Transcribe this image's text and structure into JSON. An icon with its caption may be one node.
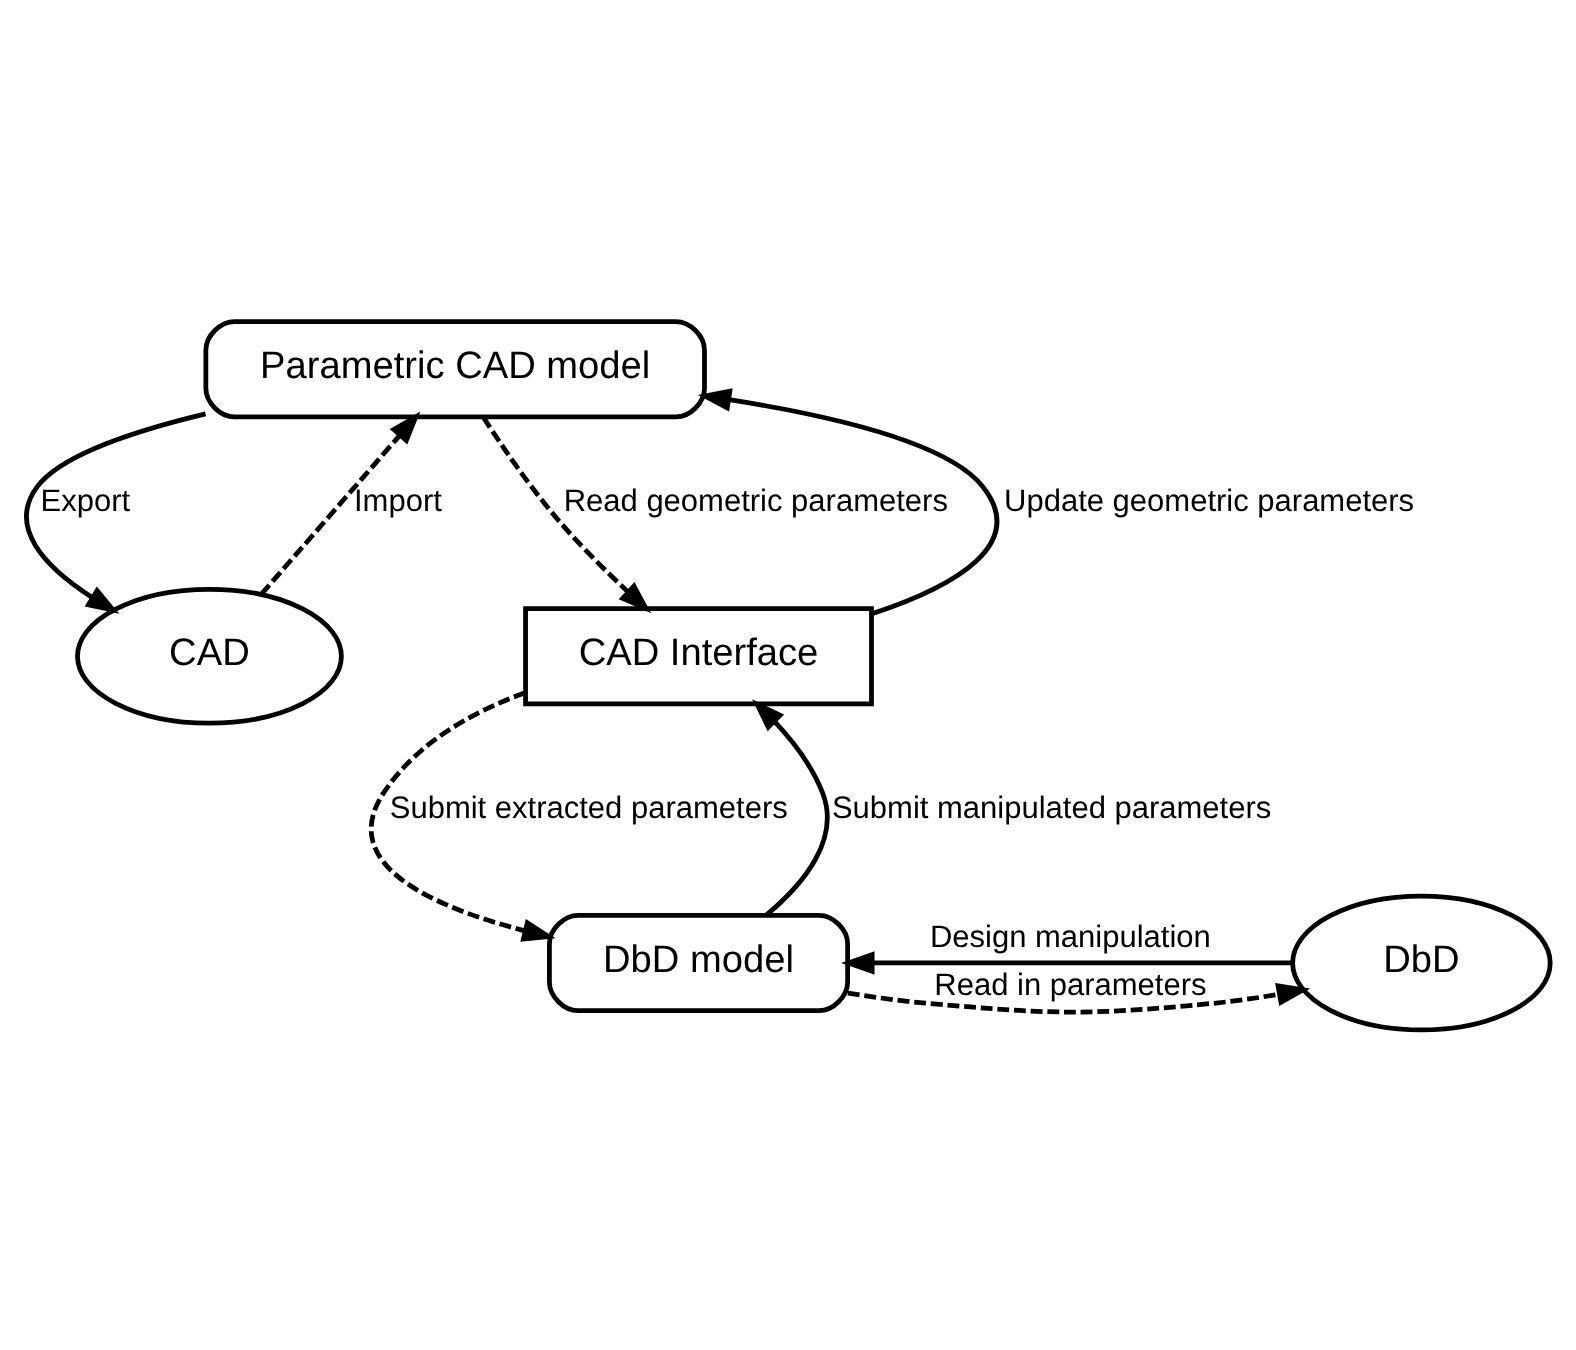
{
  "diagram": {
    "nodes": [
      {
        "text": [
          "Parametric CAD model"
        ]
      },
      {
        "text": [
          "CAD"
        ]
      },
      {
        "text": [
          "CAD Interface"
        ]
      },
      {
        "text": [
          "DbD"
        ]
      },
      {
        "text": [
          "DbD model"
        ]
      }
    ],
    "edges": [
      {
        "from": 0,
        "to": 1,
        "arrow": "to",
        "label": "Export"
      },
      {
        "from": 1,
        "to": 0,
        "arrow": "to",
        "label": "Import",
        "style": "dashed"
      },
      {
        "from": 0,
        "to": 2,
        "arrow": "to",
        "label": "Read geometric parameters",
        "style": "dashed"
      },
      {
        "from": 2,
        "to": 0,
        "arrow": "to",
        "label": "Update geometric parameters"
      },
      {
        "from": 2,
        "to": 4,
        "arrow": "to",
        "label": "Submit extracted parameters",
        "style": "dashed"
      },
      {
        "from": 4,
        "to": 2,
        "arrow": "to",
        "label": "Submit manipulated parameters"
      },
      {
        "from": 4,
        "to": 3,
        "arrow": "to",
        "label": "Read in parameters",
        "style": "dashed"
      },
      {
        "from": 3,
        "to": 4,
        "arrow": "to",
        "label": "Design manipulation"
      }
    ]
  }
}
